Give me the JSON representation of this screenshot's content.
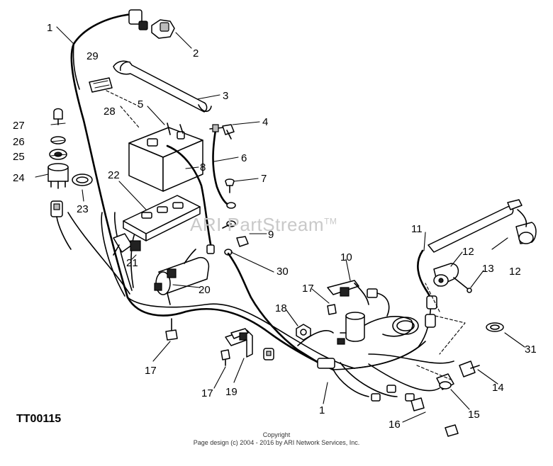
{
  "watermark": {
    "text": "ARI PartStream",
    "mark": "TM"
  },
  "drawing_code": "TT00115",
  "footer": {
    "copyright": "Copyright",
    "page_design": "Page design (c) 2004 - 2016 by ARI Network Services, Inc."
  },
  "callouts": [
    "1",
    "2",
    "3",
    "4",
    "5",
    "6",
    "7",
    "8",
    "9",
    "10",
    "11",
    "12",
    "13",
    "14",
    "15",
    "16",
    "17",
    "18",
    "19",
    "20",
    "21",
    "22",
    "23",
    "24",
    "25",
    "26",
    "27",
    "28",
    "29",
    "30",
    "31"
  ]
}
